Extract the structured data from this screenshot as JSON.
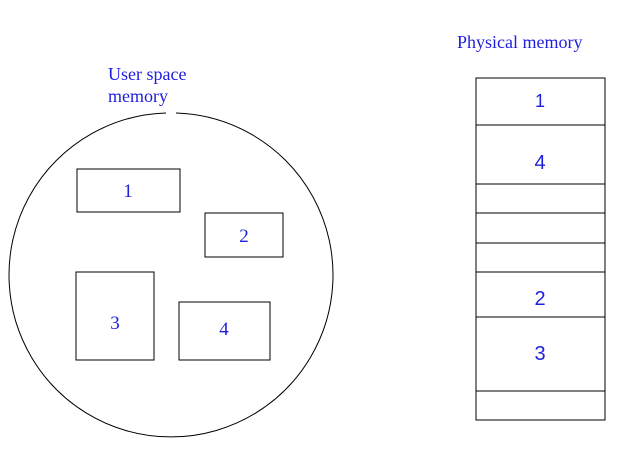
{
  "user_space": {
    "label_line1": "User space",
    "label_line2": "memory",
    "pages": [
      "1",
      "2",
      "3",
      "4"
    ]
  },
  "physical_memory": {
    "label": "Physical memory",
    "frames": [
      "1",
      "4",
      "",
      "",
      "",
      "2",
      "3",
      ""
    ]
  },
  "colors": {
    "label": "#1e1edc",
    "outline": "#000000",
    "background": "#ffffff"
  }
}
